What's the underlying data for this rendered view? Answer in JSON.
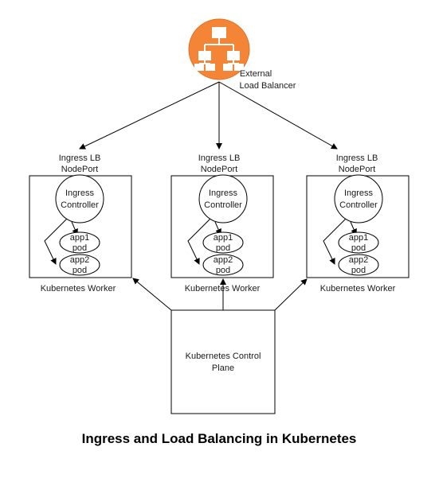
{
  "title": "Ingress and Load Balancing in Kubernetes",
  "load_balancer": {
    "label_line1": "External",
    "label_line2": "Load Balancer",
    "icon": "load-balancer-icon",
    "icon_color": "#F58536"
  },
  "workers": [
    {
      "nodeport_line1": "Ingress LB",
      "nodeport_line2": "NodePort",
      "controller_line1": "Ingress",
      "controller_line2": "Controller",
      "pods": [
        {
          "line1": "app1",
          "line2": "pod"
        },
        {
          "line1": "app2",
          "line2": "pod"
        }
      ],
      "worker_label": "Kubernetes Worker"
    },
    {
      "nodeport_line1": "Ingress LB",
      "nodeport_line2": "NodePort",
      "controller_line1": "Ingress",
      "controller_line2": "Controller",
      "pods": [
        {
          "line1": "app1",
          "line2": "pod"
        },
        {
          "line1": "app2",
          "line2": "pod"
        }
      ],
      "worker_label": "Kubernetes Worker"
    },
    {
      "nodeport_line1": "Ingress LB",
      "nodeport_line2": "NodePort",
      "controller_line1": "Ingress",
      "controller_line2": "Controller",
      "pods": [
        {
          "line1": "app1",
          "line2": "pod"
        },
        {
          "line1": "app2",
          "line2": "pod"
        }
      ],
      "worker_label": "Kubernetes Worker"
    }
  ],
  "control_plane": {
    "line1": "Kubernetes Control",
    "line2": "Plane"
  }
}
